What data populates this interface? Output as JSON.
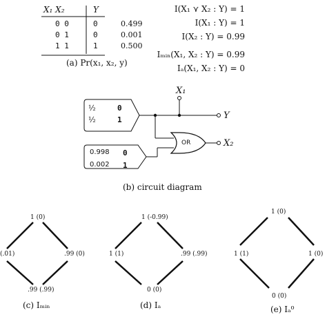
{
  "table": {
    "headers": [
      "X₁ X₂",
      "Y"
    ],
    "rows": [
      {
        "x": "0 0",
        "y": "0",
        "p": "0.499"
      },
      {
        "x": "0 1",
        "y": "0",
        "p": "0.001"
      },
      {
        "x": "1 1",
        "y": "1",
        "p": "0.500"
      }
    ]
  },
  "captions": {
    "a": "(a) Pr(x₁, x₂, y)",
    "b": "(b) circuit diagram",
    "c": "(c) Iₘᵢₙ",
    "d": "(d) Iₐ",
    "e": "(e) Iₐ⁰"
  },
  "equations": [
    "I(X₁ ⋎ X₂ : Y) = 1",
    "I(X₁ : Y) = 1",
    "I(X₂ : Y) = 0.99",
    "Iₘᵢₙ(X₁, X₂ : Y) = 0.99",
    "Iₐ(X₁, X₂ : Y) = 0"
  ],
  "circuit": {
    "x1_label": "X₁",
    "y_label": "Y",
    "x2_label": "X₂",
    "gate_label": "OR",
    "source_top": [
      {
        "prob": "½",
        "val": "0"
      },
      {
        "prob": "½",
        "val": "1"
      }
    ],
    "source_bottom": [
      {
        "prob": "0.998",
        "val": "0"
      },
      {
        "prob": "0.002",
        "val": "1"
      }
    ]
  },
  "lattices": {
    "c": {
      "top": "1 (0)",
      "left": "(.01)",
      "right": ".99 (0)",
      "bottom": ".99 (.99)"
    },
    "d": {
      "top": "1 (-0.99)",
      "left": "1 (1)",
      "right": ".99 (.99)",
      "bottom": "0 (0)"
    },
    "e": {
      "top": "1 (0)",
      "left": "1 (1)",
      "right": "1 (0)",
      "bottom": "0 (0)"
    }
  }
}
